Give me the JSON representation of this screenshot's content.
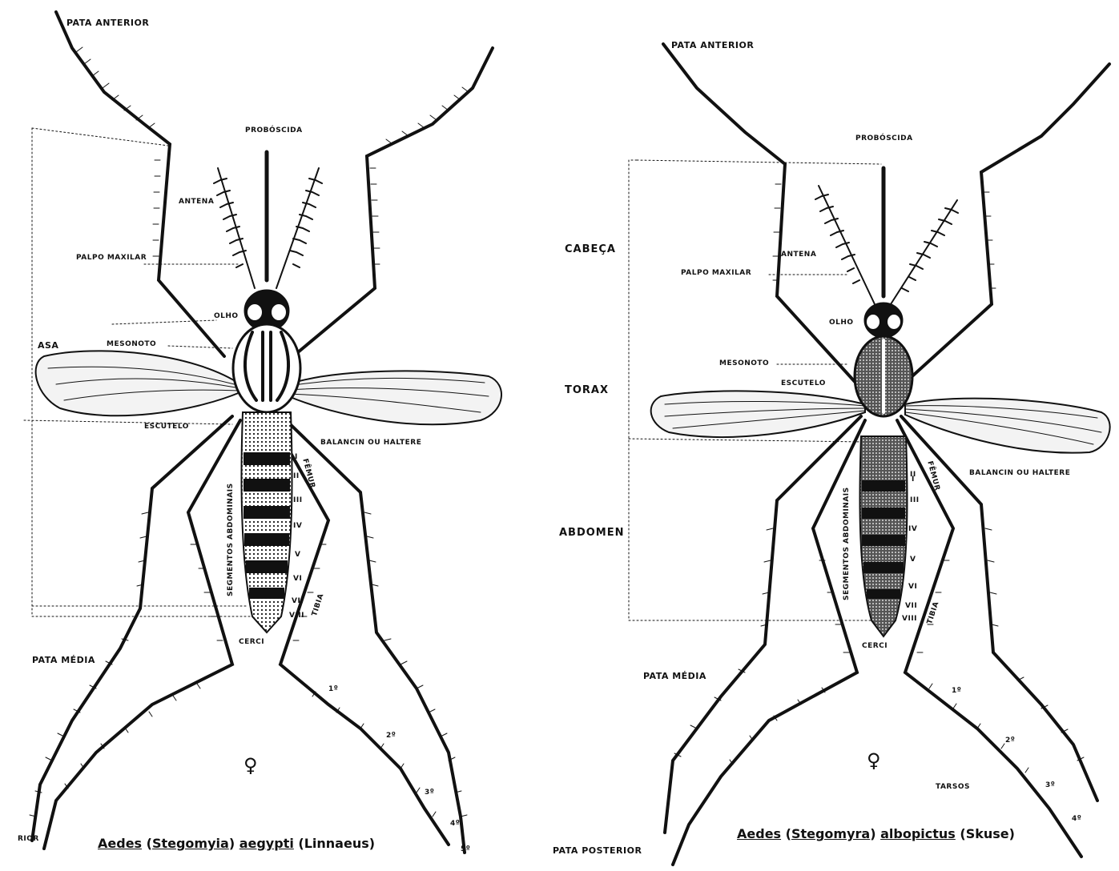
{
  "left": {
    "labels": {
      "pata_anterior": "PATA ANTERIOR",
      "proboscida": "PROBÓSCIDA",
      "antena": "ANTENA",
      "palpo_maxilar": "PALPO MAXILAR",
      "olho": "OLHO",
      "mesonoto": "MESONOTO",
      "asa": "ASA",
      "escutelo": "ESCUTELO",
      "balancin": "BALANCIN OU HALTERE",
      "femur": "FÊMUR",
      "segmentos": "SEGMENTOS ABDOMINAIS",
      "tibia": "TIBIA",
      "cerci": "CERCI",
      "pata_media": "PATA MÉDIA",
      "pata_posterior": "RIOR",
      "tarsus": [
        "1º",
        "2º",
        "3º",
        "4º",
        "5º"
      ],
      "segments": [
        "I",
        "II",
        "III",
        "IV",
        "V",
        "VI",
        "VII",
        "VIII"
      ],
      "female": "♀"
    },
    "caption": {
      "genus": "Aedes",
      "subgenus_open": "(",
      "subgenus": "Stegomyia",
      "subgenus_close": ")",
      "species": "aegypti",
      "author": "(Linnaeus)"
    }
  },
  "right": {
    "labels": {
      "pata_anterior": "PATA ANTERIOR",
      "proboscida": "PROBÓSCIDA",
      "cabeca": "CABEÇA",
      "antena": "ANTENA",
      "palpo_maxilar": "PALPO MAXILAR",
      "olho": "OLHO",
      "mesonoto": "MESONOTO",
      "torax": "TORAX",
      "escutelo": "ESCUTELO",
      "balancin": "BALANCIN OU HALTERE",
      "femur": "FÊMUR",
      "abdomen": "ABDOMEN",
      "segmentos": "SEGMENTOS ABDOMINAIS",
      "tibia": "TIBIA",
      "cerci": "CERCI",
      "pata_media": "PATA MÉDIA",
      "pata_posterior": "PATA POSTERIOR",
      "tarsos": "TARSOS",
      "tarsus": [
        "1º",
        "2º",
        "3º",
        "4º"
      ],
      "segments": [
        "I",
        "II",
        "III",
        "IV",
        "V",
        "VI",
        "VII",
        "VIII"
      ],
      "female": "♀"
    },
    "caption": {
      "genus": "Aedes",
      "subgenus_open": "(",
      "subgenus": "Stegomyra",
      "subgenus_close": ")",
      "species": "albopictus",
      "author": "(Skuse)"
    }
  },
  "colors": {
    "ink": "#111111",
    "paper": "#ffffff",
    "wing": "#f3f3f3"
  }
}
